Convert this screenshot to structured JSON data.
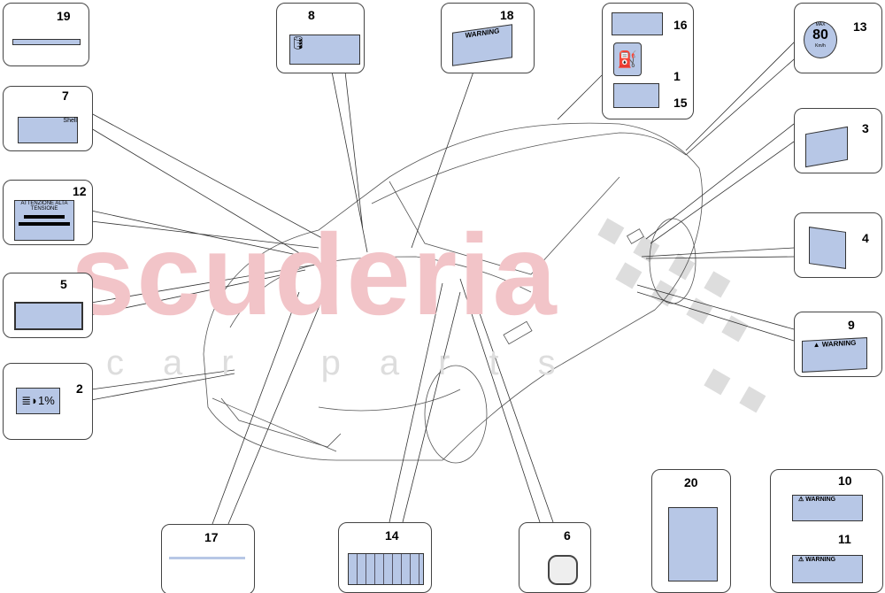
{
  "watermark": {
    "brand": "scuderia",
    "sub": "car parts"
  },
  "callouts": {
    "n19": "19",
    "n7": "7",
    "n12": "12",
    "n5": "5",
    "n2": "2",
    "n8": "8",
    "n18": "18",
    "n16": "16",
    "n1": "1",
    "n15": "15",
    "n13": "13",
    "n3": "3",
    "n4": "4",
    "n9": "9",
    "n17": "17",
    "n14": "14",
    "n6": "6",
    "n20": "20",
    "n10": "10",
    "n11": "11"
  },
  "labels": {
    "shell": "Shell",
    "attenzione": "ATTENZIONE ALTA TENSIONE",
    "headlamp": "1%",
    "warning": "WARNING",
    "speed_max": "MAX",
    "speed_value": "80",
    "speed_unit": "Km/h"
  },
  "colors": {
    "label_fill": "#b7c7e6",
    "watermark": "#f2c4c8"
  }
}
